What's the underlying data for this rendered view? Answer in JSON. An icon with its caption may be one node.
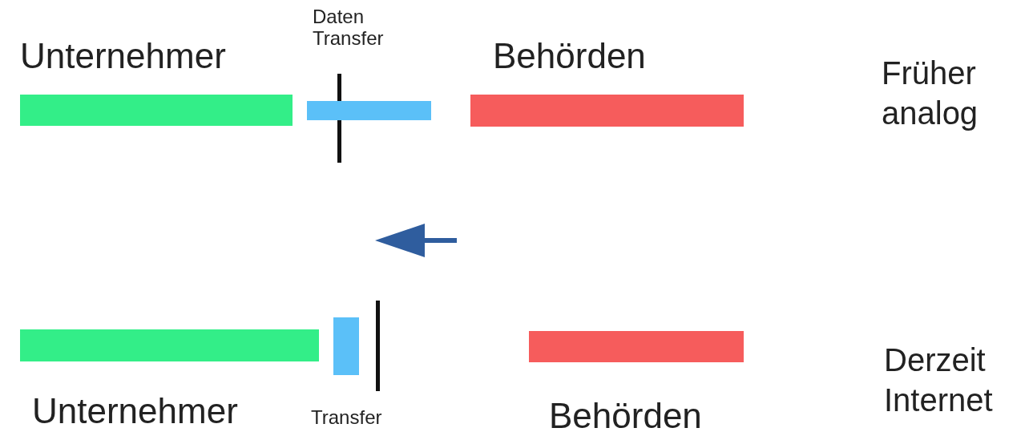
{
  "diagram": {
    "nodes": [
      {
        "text": [
          "Unternehmer"
        ]
      },
      {
        "text": [
          "Daten Transfer"
        ]
      },
      {
        "text": [
          "Behörden"
        ]
      },
      {
        "text": [
          "Unternehmer"
        ]
      },
      {
        "text": [
          "Transfer"
        ]
      },
      {
        "text": [
          "Behörden"
        ]
      }
    ],
    "labels": [
      "Früher analog",
      "Derzeit Internet"
    ]
  }
}
